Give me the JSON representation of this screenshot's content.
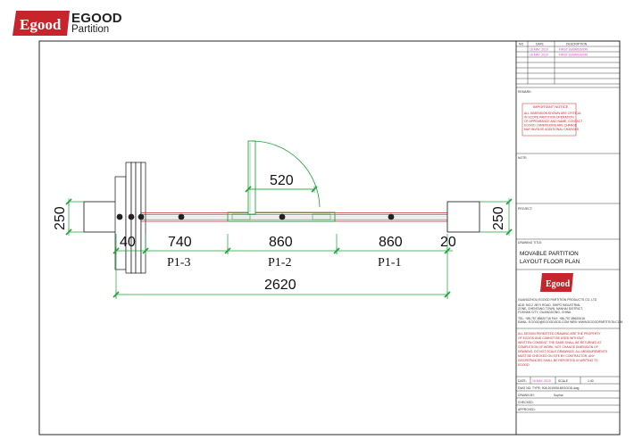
{
  "brand": {
    "logo_text": "Egood",
    "name": "EGOOD",
    "sub": "Partition",
    "red": "#c8242b"
  },
  "drawing": {
    "dims": {
      "d520": "520",
      "d250_left": "250",
      "d250_right": "250",
      "d40": "40",
      "d740": "740",
      "d860a": "860",
      "d860b": "860",
      "d20": "20",
      "d2620": "2620"
    },
    "panels": [
      "P1-3",
      "P1-2",
      "P1-1"
    ]
  },
  "title_block": {
    "rev_headers": [
      "NO",
      "DATE",
      "DESCRIPTION"
    ],
    "rev_rows": [
      {
        "date": "16.MAY. 2019",
        "desc": "FIRST SUBMISSION"
      },
      {
        "date": "16.MAY. 2019",
        "desc": "FIRST SUBMISSION"
      }
    ],
    "remark": "REMARK:",
    "notice_title": "IMPORTANT NOTICE",
    "notice_lines": [
      "ALL DIMENSION SHOWN ARE CRITICAL",
      "IN SCOPE PARTITION OPERATION",
      "OF APPEARANCE AND NAME, CONTACT",
      "EGOOD. DIMENSIONS ARE CHANGE",
      "MAY INVOLVE ADDITIONAL CHARGES"
    ],
    "note": "NOTE:",
    "project": "PROJECT:",
    "drawing_title_label": "DRAWING TITLE:",
    "drawing_title_1": "MOVABLE PARTITION",
    "drawing_title_2": "LAYOUT FLOOR PLAN",
    "company": "GUANGZHOU EGOOD PARTITION PRODUCTS CO.,LTD",
    "address_lines": [
      "ADD: NO.2 JIEYI ROAD, SHIPO INDUSTRIAL",
      "ZONE, SHENTANG TOWN, NANHAI DISTRICT,",
      "FOSHAN CITY, GUANGDONG, CHINA"
    ],
    "contact_lines": [
      "TEL: +86-757-85620716  FAX: +86-757-85620616",
      "EMAIL: EGOOD@EGOODGDD.COM  WEB: WWW.EGOODPARTITION.COM"
    ],
    "copyright_lines": [
      "ALL DESIGN PERMITTED DRAWING ARE THE PROPERTY",
      "OF EGOOD AND CANNOT BE USED WITHOUT",
      "WRITTEN CONSENT. THE SAME SHALL BE RETURNED AT",
      "COMPLETION OF WORK. NOT CHANGE DIMENSION OF",
      "DRAWING. DO NOT SCALE DRAWINGS. ALL MEASUREMENTS",
      "MUST BE CHECKED ON SITE BY CONTRACTOR. ANY",
      "DISCREPANCIES SHALL BE REPORTED IN WRITING TO",
      "EGOOD"
    ],
    "date_label": "DATE:",
    "date_val": "16.MAY. 2019",
    "scale_label": "SCALE",
    "scale_val": "1:40",
    "dwg_label": "DWG NO:",
    "dwg_val": "TYPE: 90A   20190516EGOOD.dwg",
    "drawn_label": "DRAWN BY:",
    "drawn_val": "Sophia",
    "checked_label": "CHECKED:",
    "approved_label": "APPROVED:"
  }
}
